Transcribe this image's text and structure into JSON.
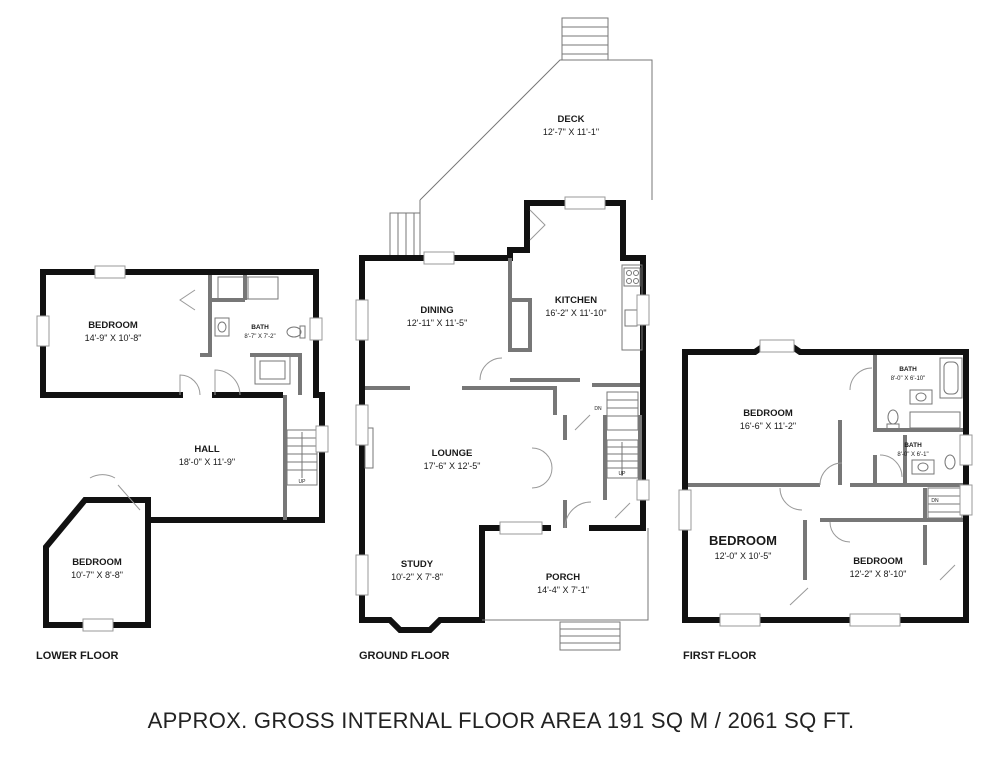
{
  "rooms": {
    "lower_bedroom_1": {
      "name": "BEDROOM",
      "dims": "14'-9\" X 10'-8\""
    },
    "lower_bath": {
      "name": "BATH",
      "dims": "8'-7\" X 7'-2\""
    },
    "hall": {
      "name": "HALL",
      "dims": "18'-0\" X 11'-9\""
    },
    "lower_bedroom_2": {
      "name": "BEDROOM",
      "dims": "10'-7\" X 8'-8\""
    },
    "deck": {
      "name": "DECK",
      "dims": "12'-7\" X 11'-1\""
    },
    "dining": {
      "name": "DINING",
      "dims": "12'-11\" X 11'-5\""
    },
    "kitchen": {
      "name": "KITCHEN",
      "dims": "16'-2\" X 11'-10\""
    },
    "lounge": {
      "name": "LOUNGE",
      "dims": "17'-6\" X 12'-5\""
    },
    "study": {
      "name": "STUDY",
      "dims": "10'-2\" X 7'-8\""
    },
    "porch": {
      "name": "PORCH",
      "dims": "14'-4\" X 7'-1\""
    },
    "first_bedroom_1": {
      "name": "BEDROOM",
      "dims": "16'-6\" X 11'-2\""
    },
    "first_bath_1": {
      "name": "BATH",
      "dims": "8'-0\" X 6'-10\""
    },
    "first_bath_2": {
      "name": "BATH",
      "dims": "8'-0\" X 6'-1\""
    },
    "first_bedroom_2": {
      "name": "BEDROOM",
      "dims": "12'-0\" X 10'-5\""
    },
    "first_bedroom_3": {
      "name": "BEDROOM",
      "dims": "12'-2\" X 8'-10\""
    }
  },
  "stair_labels": {
    "up": "UP",
    "dn": "DN"
  },
  "floors": {
    "lower": "LOWER FLOOR",
    "ground": "GROUND FLOOR",
    "first": "FIRST FLOOR"
  },
  "footer": "APPROX. GROSS INTERNAL FLOOR AREA  191 SQ M / 2061 SQ FT."
}
